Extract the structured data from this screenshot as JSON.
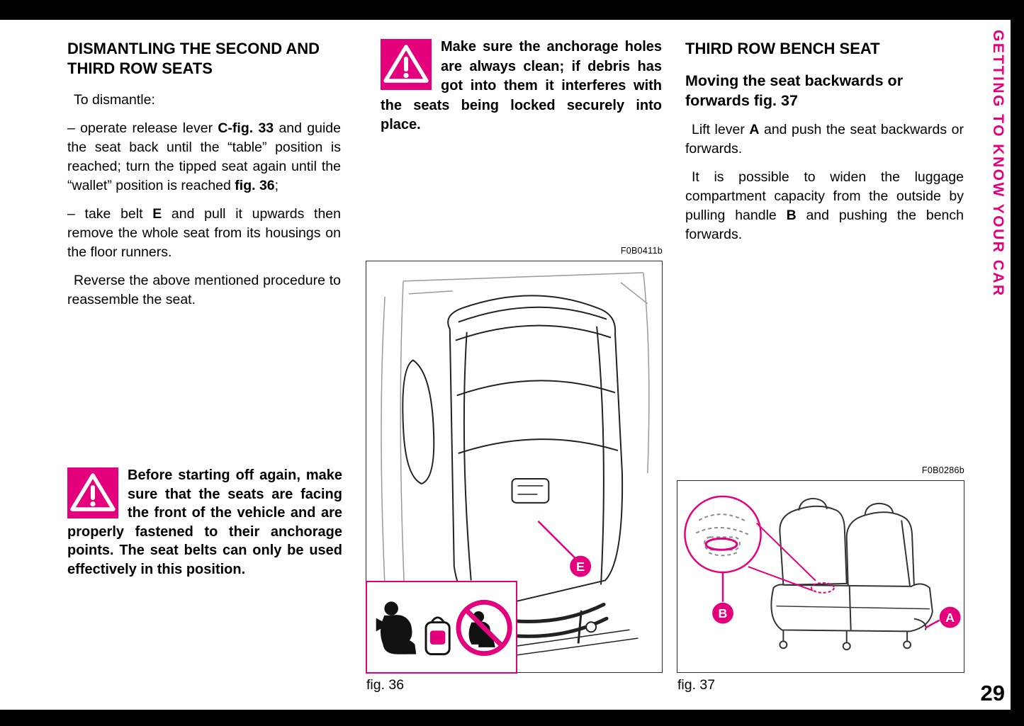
{
  "page": {
    "number": "29",
    "sidebar_text": "GETTING TO KNOW YOUR CAR",
    "accent_color": "#e4007c"
  },
  "col1": {
    "heading": "DISMANTLING THE SECOND AND THIRD ROW SEATS",
    "intro": "To dismantle:",
    "para_release": {
      "s0": "– operate release lever ",
      "s1": "C-fig. 33",
      "s2": " and guide the seat back until the “table” position is reached; turn the tipped seat again until the “wallet” position is reached ",
      "s3": "fig. 36",
      "s4": ";"
    },
    "para_belt": {
      "s0": "– take belt ",
      "s1": "E",
      "s2": " and pull it upwards then remove the whole seat from its housings on the floor runners."
    },
    "para_reverse": "Reverse the above mentioned procedure to reassemble the seat.",
    "warning": "Before starting off again, make sure that the seats are facing the front of the vehicle and are properly fastened to their anchorage points. The seat belts can only be used effectively in this position."
  },
  "col2": {
    "warning": "Make sure the anchorage holes are always clean; if debris has got into them it interferes with the seats being locked securely into place.",
    "figure": {
      "code": "F0B0411b",
      "caption": "fig. 36",
      "callout_e": "E"
    }
  },
  "col3": {
    "heading": "THIRD ROW BENCH SEAT",
    "subheading": "Moving the seat backwards or forwards fig. 37",
    "para_lift": {
      "s0": "Lift lever ",
      "s1": "A",
      "s2": " and push the seat backwards or forwards."
    },
    "para_widen": {
      "s0": "It is possible to widen the luggage compartment capacity from the outside by pulling handle ",
      "s1": "B",
      "s2": " and pushing the bench forwards."
    },
    "figure": {
      "code": "F0B0286b",
      "caption": "fig. 37",
      "callout_a": "A",
      "callout_b": "B"
    }
  }
}
